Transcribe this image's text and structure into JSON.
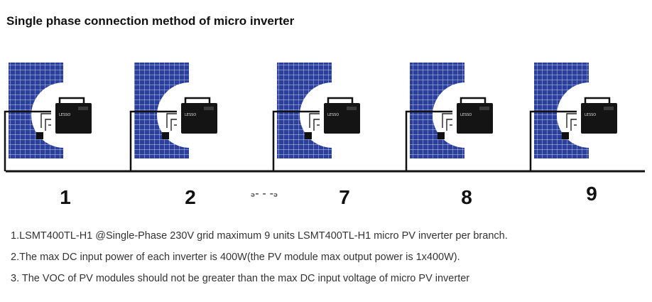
{
  "title": "Single phase connection method of micro inverter",
  "units": [
    {
      "label": "1",
      "brand": "LESSO"
    },
    {
      "label": "2",
      "brand": "LESSO"
    },
    {
      "label": "7",
      "brand": "LESSO"
    },
    {
      "label": "8",
      "brand": "LESSO"
    },
    {
      "label": "9",
      "brand": "LESSO"
    }
  ],
  "ellipsis": "ₔ- - -ₔ",
  "notes": [
    "1.LSMT400TL-H1 @Single-Phase 230V grid maximum 9 units LSMT400TL-H1 micro PV inverter per branch.",
    "2.The max DC input power of each inverter is 400W(the PV module max output power is 1x400W).",
    "3. The VOC of PV modules should not be greater than the max DC input voltage of micro PV inverter"
  ],
  "colors": {
    "panel": "#2b3f9c",
    "panel_grid": "#c9d0ea",
    "inverter": "#141414",
    "bus": "#111111"
  }
}
